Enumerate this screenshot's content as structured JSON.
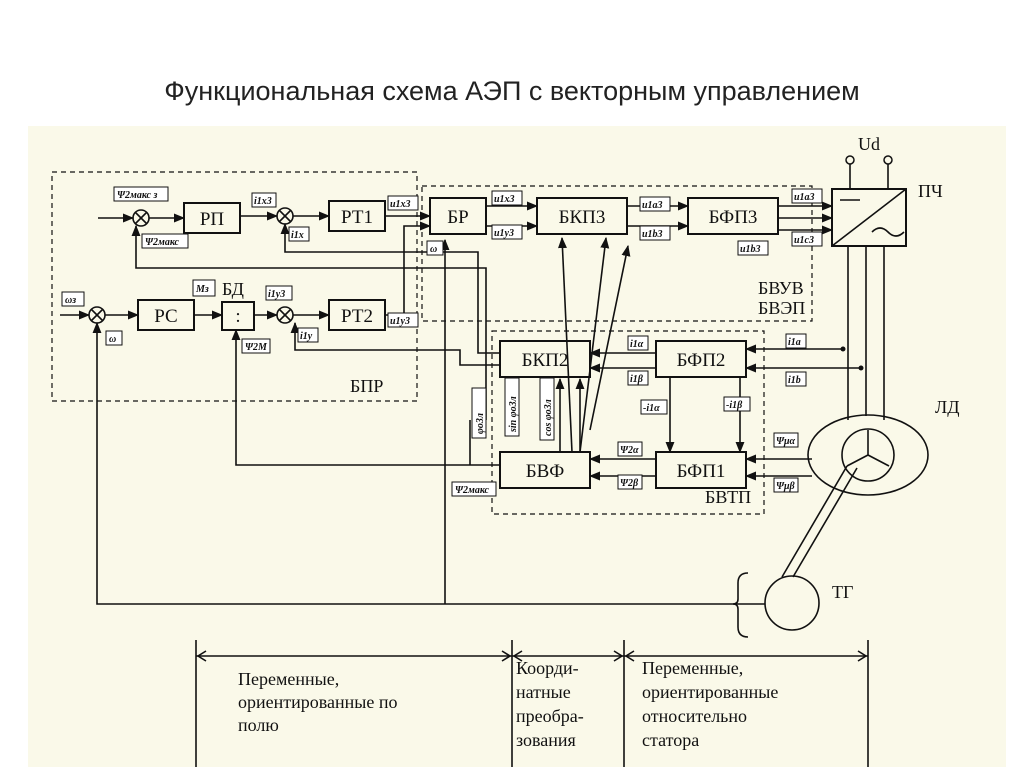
{
  "title": "Функциональная схема АЭП с векторным управлением",
  "blocks": {
    "rp": "РП",
    "rt1": "РТ1",
    "rs": "РС",
    "bd_div": ":",
    "rt2": "РТ2",
    "br": "БР",
    "bkp3": "БКП3",
    "bfp3": "БФП3",
    "bkp2": "БКП2",
    "bfp2": "БФП2",
    "bvf": "БВФ",
    "bfp1": "БФП1"
  },
  "groups": {
    "bd": "БД",
    "bpr": "БПР",
    "bvuv": "БВУВ",
    "bvep": "БВЭП",
    "bvtp": "БВТП",
    "pch": "ПЧ",
    "ld": "ЛД",
    "tg": "ТГ",
    "ud": "Ud"
  },
  "signals": {
    "psi2_max3": "Ψ2макс з",
    "psi2_max": "Ψ2макс",
    "i1x3": "i1x3",
    "i1x": "i1x",
    "u1x3_a": "u1x3",
    "u1x3_b": "u1x3",
    "u1y3_a": "u1y3",
    "u1y3_b": "u1y3",
    "u1a3": "u1a3",
    "u1b3": "u1b3",
    "u1c3": "u1c3",
    "omega3": "ωз",
    "omega": "ω",
    "omega_br": "ω",
    "m3": "Mз",
    "i1y3": "i1y3",
    "i1y": "i1y",
    "psi2m": "Ψ2M",
    "psi2max_b": "Ψ2макс",
    "i1alpha": "i1α",
    "i1beta": "i1β",
    "i1a": "i1a",
    "i1b": "i1b",
    "minus_i1alpha": "-i1α",
    "minus_i1beta": "-i1β",
    "psi_mu_a": "Ψμα",
    "psi_mu_b": "Ψμβ",
    "psi2alpha": "Ψ2α",
    "psi2beta": "Ψ2β",
    "phi_o3l": "φо3л",
    "sin_phi": "sin φо3л",
    "cos_phi": "cos φо3л"
  },
  "bottom": {
    "col1": [
      "Переменные,",
      "ориентированные по",
      "полю"
    ],
    "col2": [
      "Коорди-",
      "натные",
      "преобра-",
      "зования"
    ],
    "col3": [
      "Переменные,",
      "ориентированные",
      "относительно",
      "статора"
    ]
  }
}
